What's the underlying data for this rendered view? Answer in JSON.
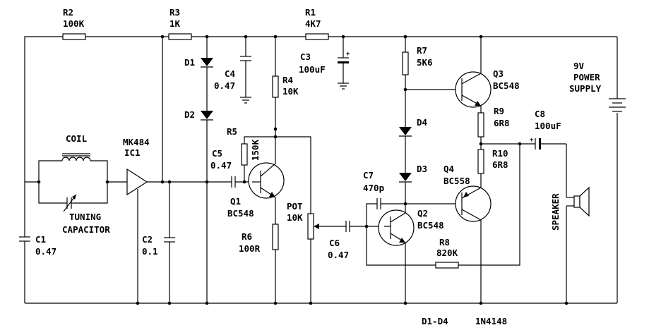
{
  "schematic": {
    "components": {
      "r1": {
        "ref": "R1",
        "value": "4K7"
      },
      "r2": {
        "ref": "R2",
        "value": "100K"
      },
      "r3": {
        "ref": "R3",
        "value": "1K"
      },
      "r4": {
        "ref": "R4",
        "value": "10K"
      },
      "r5": {
        "ref": "R5",
        "value": "150K"
      },
      "r6": {
        "ref": "R6",
        "value": "100R"
      },
      "r7": {
        "ref": "R7",
        "value": "5K6"
      },
      "r8": {
        "ref": "R8",
        "value": "820K"
      },
      "r9": {
        "ref": "R9",
        "value": "6R8"
      },
      "r10": {
        "ref": "R10",
        "value": "6R8"
      },
      "c1": {
        "ref": "C1",
        "value": "0.47"
      },
      "c2": {
        "ref": "C2",
        "value": "0.1"
      },
      "c3": {
        "ref": "C3",
        "value": "100uF"
      },
      "c4": {
        "ref": "C4",
        "value": "0.47"
      },
      "c5": {
        "ref": "C5",
        "value": "0.47"
      },
      "c6": {
        "ref": "C6",
        "value": "0.47"
      },
      "c7": {
        "ref": "C7",
        "value": "470p"
      },
      "c8": {
        "ref": "C8",
        "value": "100uF"
      },
      "d1": {
        "ref": "D1"
      },
      "d2": {
        "ref": "D2"
      },
      "d3": {
        "ref": "D3"
      },
      "d4": {
        "ref": "D4"
      },
      "q1": {
        "ref": "Q1",
        "value": "BC548"
      },
      "q2": {
        "ref": "Q2",
        "value": "BC548"
      },
      "q3": {
        "ref": "Q3",
        "value": "BC548"
      },
      "q4": {
        "ref": "Q4",
        "value": "BC558"
      },
      "ic1": {
        "ref": "IC1",
        "value": "MK484"
      },
      "coil": {
        "label": "COIL"
      },
      "tuning": {
        "line1": "TUNING",
        "line2": "CAPACITOR"
      },
      "pot": {
        "ref": "POT",
        "value": "10K"
      },
      "speaker": {
        "label": "SPEAKER"
      },
      "supply": {
        "line1": "9V",
        "line2": "POWER",
        "line3": "SUPPLY"
      }
    },
    "note": {
      "diodes": "D1-D4",
      "type": "1N4148"
    }
  }
}
